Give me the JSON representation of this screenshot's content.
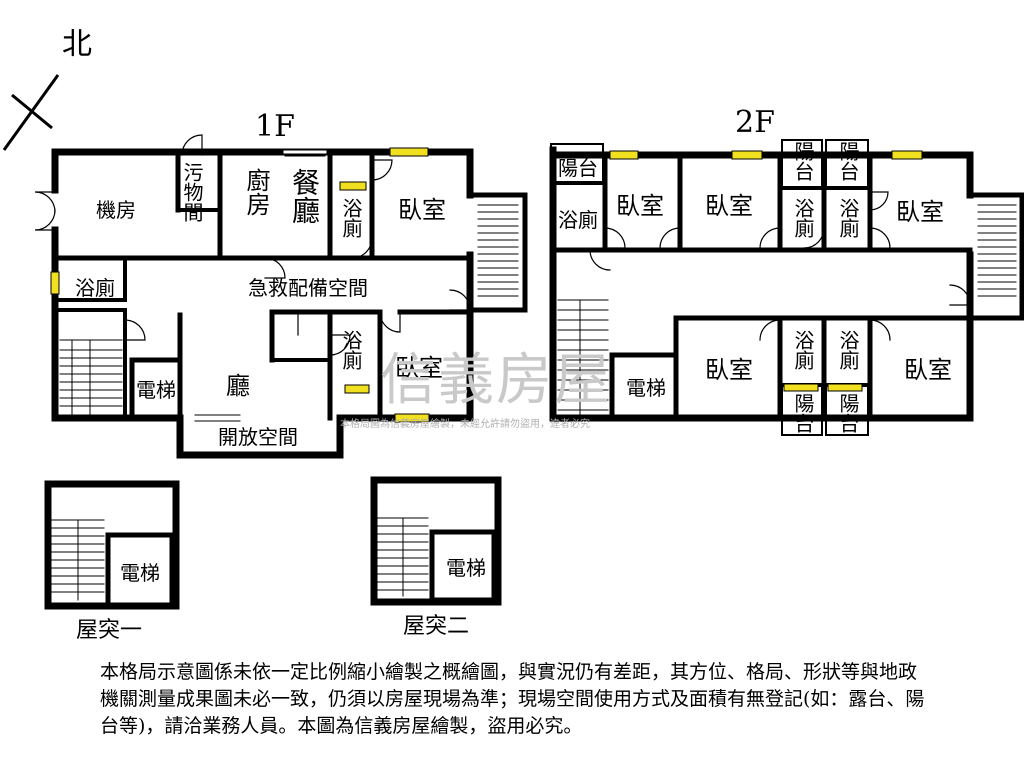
{
  "north_label": "北",
  "floor1": {
    "title": "1F",
    "rooms": {
      "machine_room": "機房",
      "waste_room": "污物間",
      "kitchen": "廚房",
      "dining": "餐廳",
      "bath_a": "浴廁",
      "bedroom_a": "臥室",
      "bath_b": "浴廁",
      "first_aid": "急救配備空間",
      "bath_c": "浴廁",
      "bedroom_b": "臥室",
      "elevator": "電梯",
      "living": "廳",
      "open_space": "開放空間"
    }
  },
  "floor2": {
    "title": "2F",
    "rooms": {
      "balcony_nw": "陽台",
      "bath_w": "浴廁",
      "bedroom_1": "臥室",
      "bedroom_2": "臥室",
      "balcony_n1": "陽台",
      "balcony_n2": "陽台",
      "bath_n1": "浴廁",
      "bath_n2": "浴廁",
      "bedroom_3": "臥室",
      "elevator": "電梯",
      "bedroom_4": "臥室",
      "bath_s1": "浴廁",
      "bath_s2": "浴廁",
      "bedroom_5": "臥室",
      "balcony_s1": "陽台",
      "balcony_s2": "陽台"
    }
  },
  "roof1": {
    "title": "屋突一",
    "elevator": "電梯"
  },
  "roof2": {
    "title": "屋突二",
    "elevator": "電梯"
  },
  "watermark": "信義房屋",
  "watermark_sub": "本格局圖為信義房屋繪製，未經允許請勿盜用，違者必究",
  "disclaimer": "本格局示意圖係未依一定比例縮小繪製之概繪圖，與實況仍有差距，其方位、格局、形狀等與地政機關測量成果圖未必一致，仍須以房屋現場為準；現場空間使用方式及面積有無登記(如：露台、陽台等)，請洽業務人員。本圖為信義房屋繪製，盜用必究。",
  "colors": {
    "wall": "#000000",
    "window": "#f0e020",
    "watermark": "#c9c9c9"
  }
}
